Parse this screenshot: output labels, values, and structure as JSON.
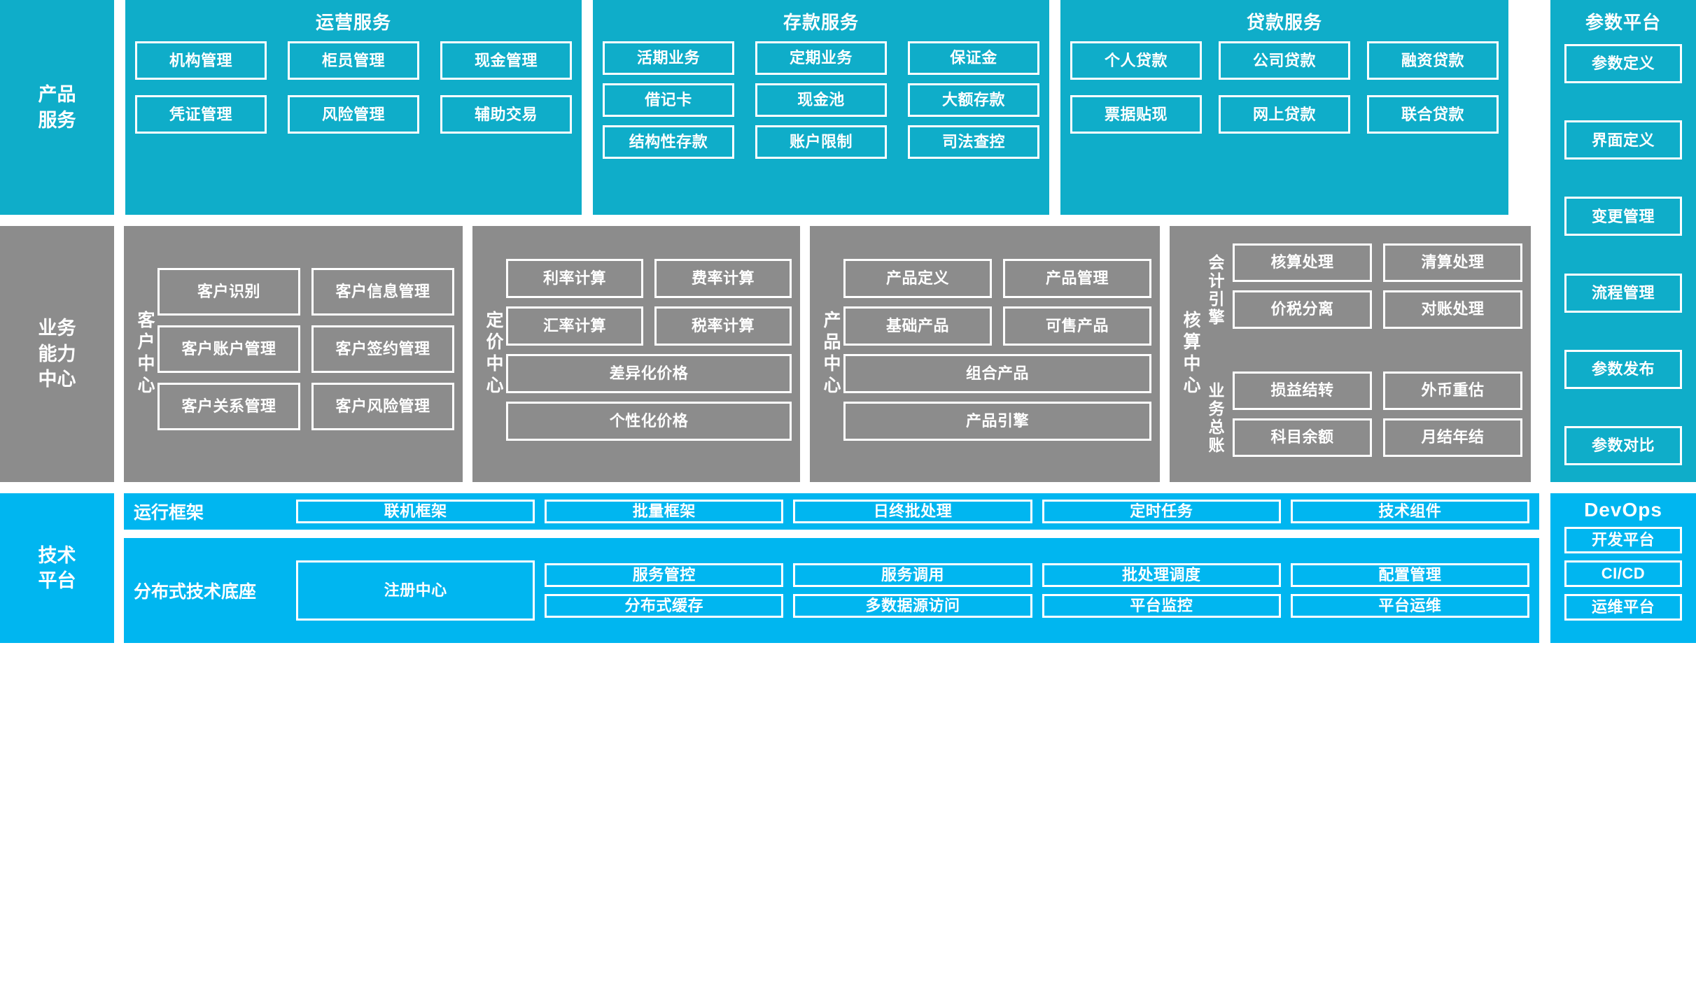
{
  "colors": {
    "teal": "#0FADC9",
    "gray": "#8C8C8C",
    "blue": "#00B6F0",
    "border": "#FFFFFF",
    "background": "#FFFFFF"
  },
  "band_product": {
    "side_label": "产品\n服务",
    "groups": [
      {
        "title": "运营服务",
        "items": [
          "机构管理",
          "柜员管理",
          "现金管理",
          "凭证管理",
          "风险管理",
          "辅助交易"
        ]
      },
      {
        "title": "存款服务",
        "items": [
          "活期业务",
          "定期业务",
          "保证金",
          "借记卡",
          "现金池",
          "大额存款",
          "结构性存款",
          "账户限制",
          "司法查控"
        ]
      },
      {
        "title": "贷款服务",
        "items": [
          "个人贷款",
          "公司贷款",
          "融资贷款",
          "票据贴现",
          "网上贷款",
          "联合贷款"
        ]
      }
    ]
  },
  "band_capability": {
    "side_label": "业务\n能力\n中心",
    "centers": [
      {
        "label": "客户中心",
        "items": [
          {
            "text": "客户识别",
            "span": "half"
          },
          {
            "text": "客户信息管理",
            "span": "half"
          },
          {
            "text": "客户账户管理",
            "span": "half"
          },
          {
            "text": "客户签约管理",
            "span": "half"
          },
          {
            "text": "客户关系管理",
            "span": "half"
          },
          {
            "text": "客户风险管理",
            "span": "half"
          }
        ]
      },
      {
        "label": "定价中心",
        "items": [
          {
            "text": "利率计算",
            "span": "half"
          },
          {
            "text": "费率计算",
            "span": "half"
          },
          {
            "text": "汇率计算",
            "span": "half"
          },
          {
            "text": "税率计算",
            "span": "half"
          },
          {
            "text": "差异化价格",
            "span": "full"
          },
          {
            "text": "个性化价格",
            "span": "full"
          }
        ]
      },
      {
        "label": "产品中心",
        "items": [
          {
            "text": "产品定义",
            "span": "half"
          },
          {
            "text": "产品管理",
            "span": "half"
          },
          {
            "text": "基础产品",
            "span": "half"
          },
          {
            "text": "可售产品",
            "span": "half"
          },
          {
            "text": "组合产品",
            "span": "full"
          },
          {
            "text": "产品引擎",
            "span": "full"
          }
        ]
      },
      {
        "label": "核算中心",
        "subgroups": [
          {
            "label": "会计引擎",
            "items": [
              "核算处理",
              "清算处理",
              "价税分离",
              "对账处理"
            ]
          },
          {
            "label": "业务总账",
            "items": [
              "损益结转",
              "外币重估",
              "科目余额",
              "月结年结"
            ]
          }
        ]
      }
    ]
  },
  "band_technical": {
    "side_label": "技术\n平台",
    "rows": [
      {
        "label": "运行框架",
        "items": [
          "联机框架",
          "批量框架",
          "日终批处理",
          "定时任务",
          "技术组件"
        ]
      },
      {
        "label": "分布式技术底座",
        "registry": "注册中心",
        "columns": [
          [
            "服务管控",
            "分布式缓存"
          ],
          [
            "服务调用",
            "多数据源访问"
          ],
          [
            "批处理调度",
            "平台监控"
          ],
          [
            "配置管理",
            "平台运维"
          ]
        ]
      }
    ]
  },
  "rail": {
    "param_platform": {
      "title": "参数平台",
      "items": [
        "参数定义",
        "界面定义",
        "变更管理",
        "流程管理",
        "参数发布",
        "参数对比"
      ]
    },
    "devops": {
      "title": "DevOps",
      "items": [
        "开发平台",
        "CI/CD",
        "运维平台"
      ]
    }
  }
}
